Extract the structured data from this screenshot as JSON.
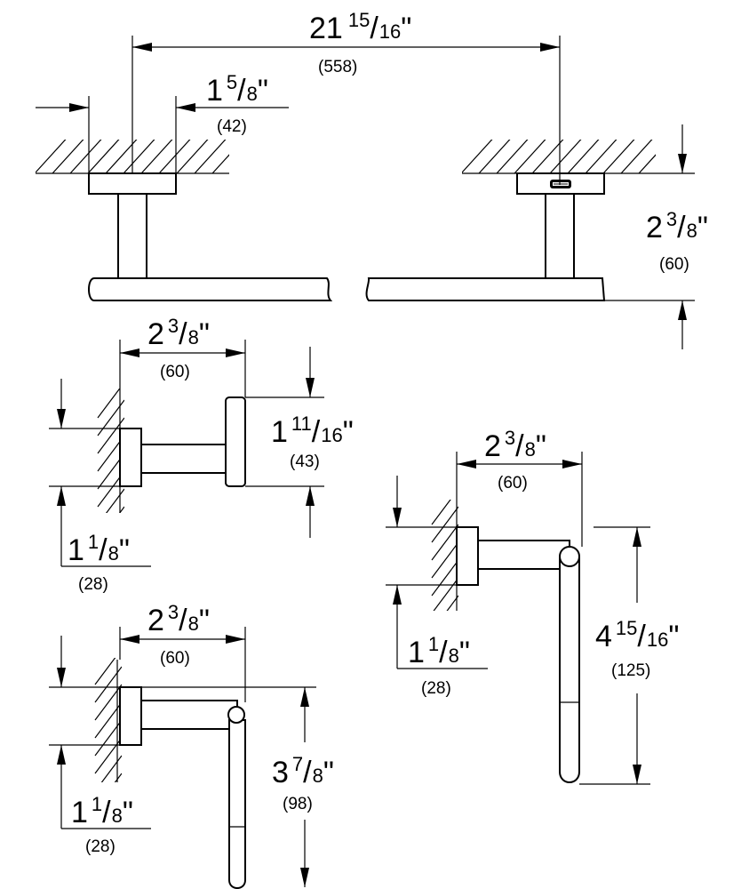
{
  "colors": {
    "line": "#000000",
    "background": "#ffffff"
  },
  "icons": {
    "logo": "grohe-logo-icon"
  },
  "towel_bar": {
    "length": {
      "whole": "21",
      "num": "15",
      "den": "16",
      "mm": "(558)"
    },
    "rosette": {
      "whole": "1",
      "num": "5",
      "den": "8",
      "mm": "(42)"
    },
    "projection": {
      "whole": "2",
      "num": "3",
      "den": "8",
      "mm": "(60)"
    }
  },
  "robe_hook": {
    "projection": {
      "whole": "2",
      "num": "3",
      "den": "8",
      "mm": "(60)"
    },
    "head_height": {
      "whole": "1",
      "num": "11",
      "den": "16",
      "mm": "(43)"
    },
    "rosette": {
      "whole": "1",
      "num": "1",
      "den": "8",
      "mm": "(28)"
    }
  },
  "paper_holder": {
    "projection": {
      "whole": "2",
      "num": "3",
      "den": "8",
      "mm": "(60)"
    },
    "drop": {
      "whole": "3",
      "num": "7",
      "den": "8",
      "mm": "(98)"
    },
    "rosette": {
      "whole": "1",
      "num": "1",
      "den": "8",
      "mm": "(28)"
    }
  },
  "towel_ring": {
    "projection": {
      "whole": "2",
      "num": "3",
      "den": "8",
      "mm": "(60)"
    },
    "drop": {
      "whole": "4",
      "num": "15",
      "den": "16",
      "mm": "(125)"
    },
    "rosette": {
      "whole": "1",
      "num": "1",
      "den": "8",
      "mm": "(28)"
    }
  }
}
